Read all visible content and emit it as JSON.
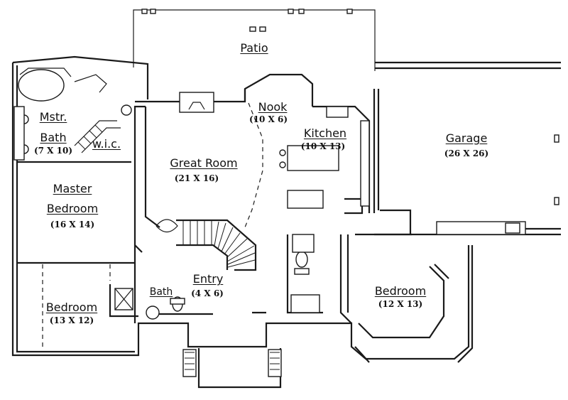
{
  "rooms": {
    "patio": {
      "name": "Patio"
    },
    "nook": {
      "name": "Nook",
      "size": "(10 X 6)"
    },
    "kitchen": {
      "name": "Kitchen",
      "size": "(10 X 13)"
    },
    "garage": {
      "name": "Garage",
      "size": "(26 X 26)"
    },
    "great_room": {
      "name": "Great Room",
      "size": "(21 X 16)"
    },
    "master_bath": {
      "name_line1": "Mstr.",
      "name_line2": "Bath",
      "size": "(7 X 10)"
    },
    "wic": {
      "name": "w.i.c."
    },
    "master_bedroom": {
      "name_line1": "Master",
      "name_line2": "Bedroom",
      "size": "(16 X 14)"
    },
    "entry": {
      "name": "Entry",
      "size": "(4 X 6)"
    },
    "bath": {
      "name": "Bath"
    },
    "bedroom_left": {
      "name": "Bedroom",
      "size": "(13 X 12)"
    },
    "bedroom_right": {
      "name": "Bedroom",
      "size": "(12 X 13)"
    }
  }
}
